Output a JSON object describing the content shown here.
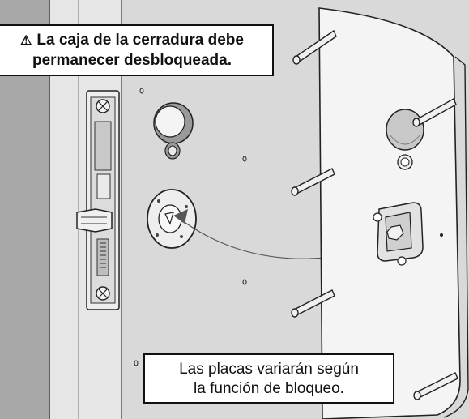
{
  "warning": {
    "icon": "warning-triangle-icon",
    "line1": "La caja de la cerradura debe",
    "line2": "permanecer desbloqueada."
  },
  "note": {
    "line1": "Las placas variarán según",
    "line2": "la función de bloqueo."
  },
  "colors": {
    "wall": "#d9d9d9",
    "door_edge": "#a8a8a8",
    "plate": "#f4f4f4",
    "outline": "#222222"
  }
}
